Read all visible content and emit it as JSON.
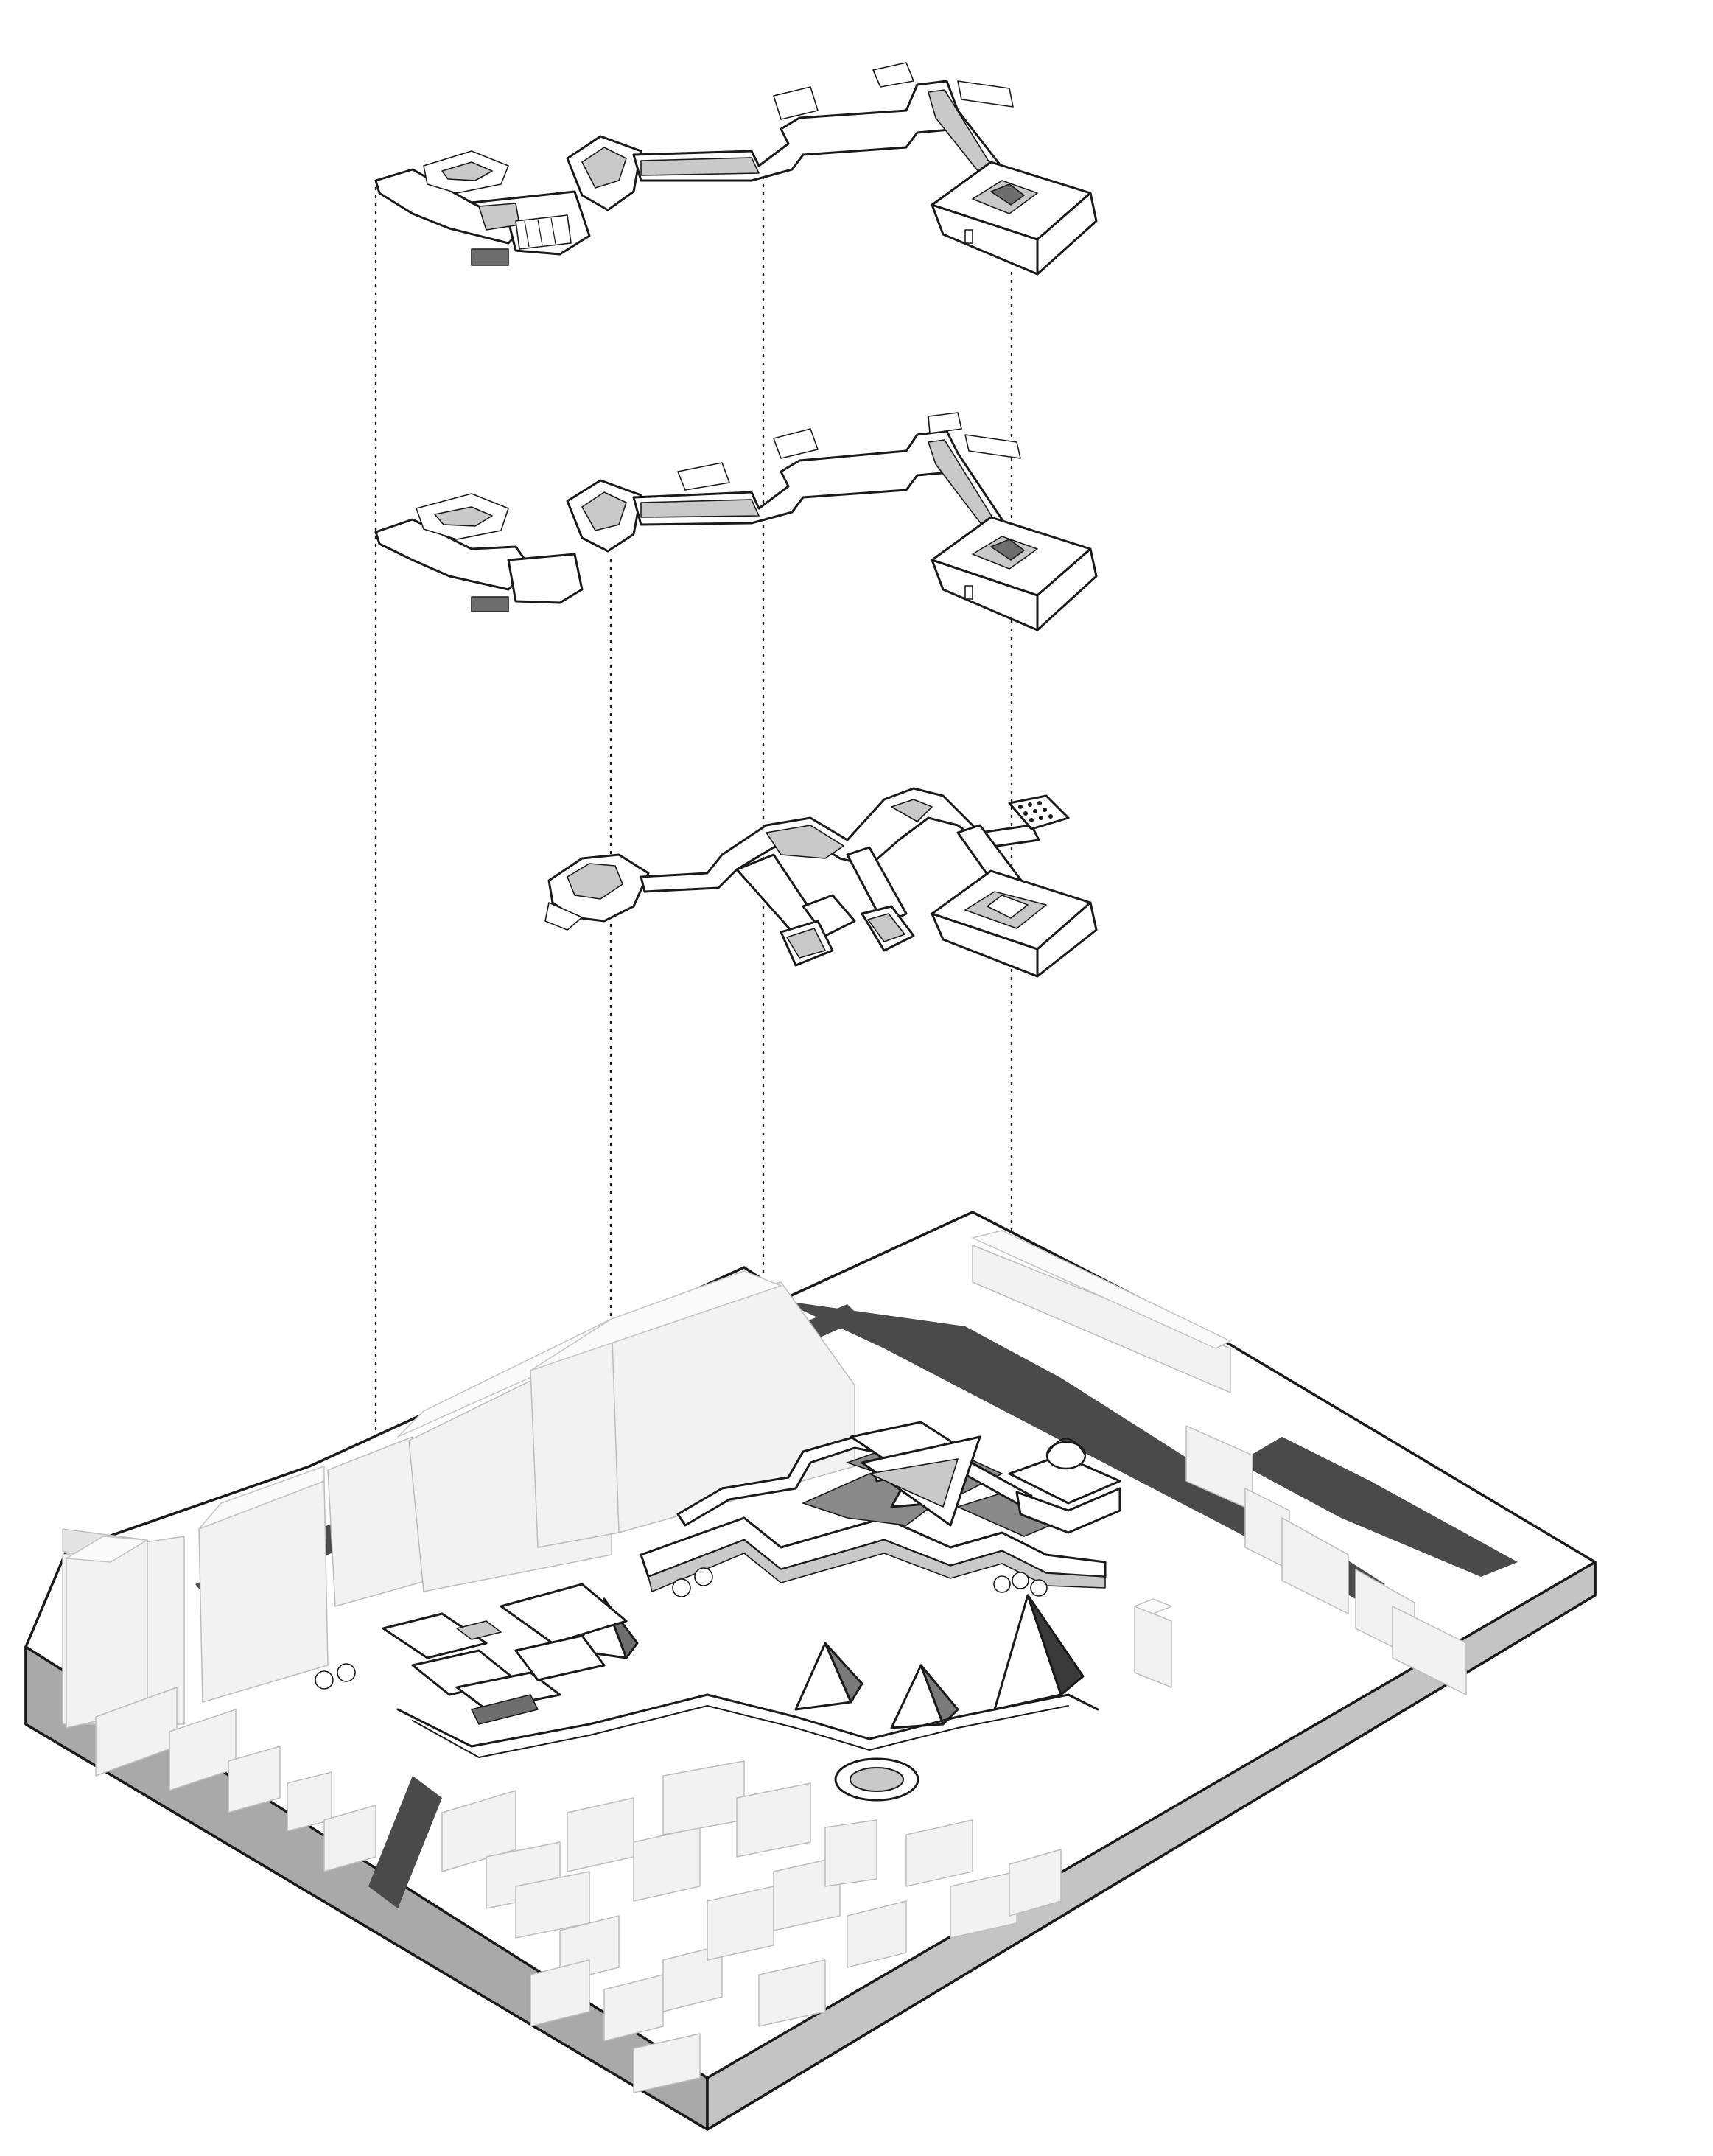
{
  "diagram": {
    "kind": "exploded-axonometric",
    "levels": [
      {
        "id": "level-upper"
      },
      {
        "id": "level-middle"
      },
      {
        "id": "level-lower"
      }
    ],
    "base": {
      "id": "site-model"
    },
    "guide_lines": 4,
    "colors": {
      "ink": "#1a1a1a",
      "context_block": "#f2f2f2",
      "ground_shadow": "#4a4a4a",
      "base_edge": "#a9a9a9"
    }
  }
}
